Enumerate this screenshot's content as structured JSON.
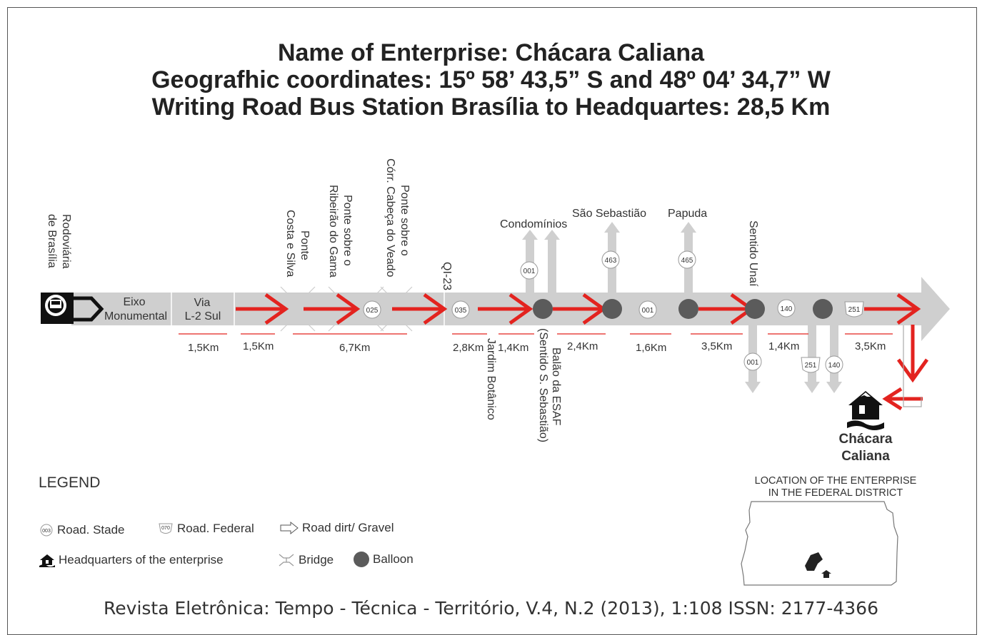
{
  "header": {
    "title_line1": "Name of Enterprise: Chácara Caliana",
    "title_line2": "Geografhic coordinates: 15º 58’ 43,5” S and 48º 04’ 34,7” W",
    "title_line3": "Writing Road Bus Station Brasília to Headquartes: 28,5 Km"
  },
  "route": {
    "start_lines": [
      "Rodoviária",
      "de Brasília"
    ],
    "segment_eixo": [
      "Eixo",
      "Monumental"
    ],
    "segment_via": [
      "Via",
      "L-2 Sul"
    ],
    "ponte_costa": [
      "Ponte",
      "Costa e Silva"
    ],
    "ponte_gama": [
      "Ponte sobre o",
      "Ribeirão do Gama"
    ],
    "ponte_veado": [
      "Ponte sobre o",
      "Córr. Cabeça do Veado"
    ],
    "qi23": "QI-23",
    "jardim": "Jardim Botânico",
    "balao_esaf": [
      "Balão da ESAF",
      "(Sentido S. Sebastião)"
    ],
    "condominios": "Condomínios",
    "sao_sebastiao": "São Sebastião",
    "papuda": "Papuda",
    "sentido_unai": "Sentido Unaí",
    "destination": [
      "Chácara",
      "Caliana"
    ],
    "road_numbers": {
      "r025": "025",
      "r035": "035",
      "r001a": "001",
      "r463": "463",
      "r001b": "001",
      "r465": "465",
      "r140a": "140",
      "r251a": "251",
      "r001c": "001",
      "r251b": "251",
      "r140b": "140"
    },
    "distances": [
      "1,5Km",
      "1,5Km",
      "6,7Km",
      "2,8Km",
      "1,4Km",
      "2,4Km",
      "1,6Km",
      "3,5Km",
      "1,4Km",
      "3,5Km"
    ]
  },
  "legend": {
    "title": "LEGEND",
    "road_state_icon": "003",
    "road_state": "Road. Stade",
    "road_federal_icon": "070",
    "road_federal": "Road. Federal",
    "road_dirt": "Road dirt/ Gravel",
    "headquarters": "Headquarters of the enterprise",
    "bridge": "Bridge",
    "balloon": "Balloon"
  },
  "inset": {
    "caption_line1": "LOCATION OF THE ENTERPRISE",
    "caption_line2": "IN THE FEDERAL DISTRICT"
  },
  "citation": "Revista Eletrônica: Tempo - Técnica - Território, V.4, N.2 (2013), 1:108 ISSN: 2177-4366",
  "colors": {
    "arrow_red": "#e3231f",
    "road_gray": "#cfcfcf",
    "balloon_gray": "#5b5b5b",
    "text": "#333333"
  }
}
